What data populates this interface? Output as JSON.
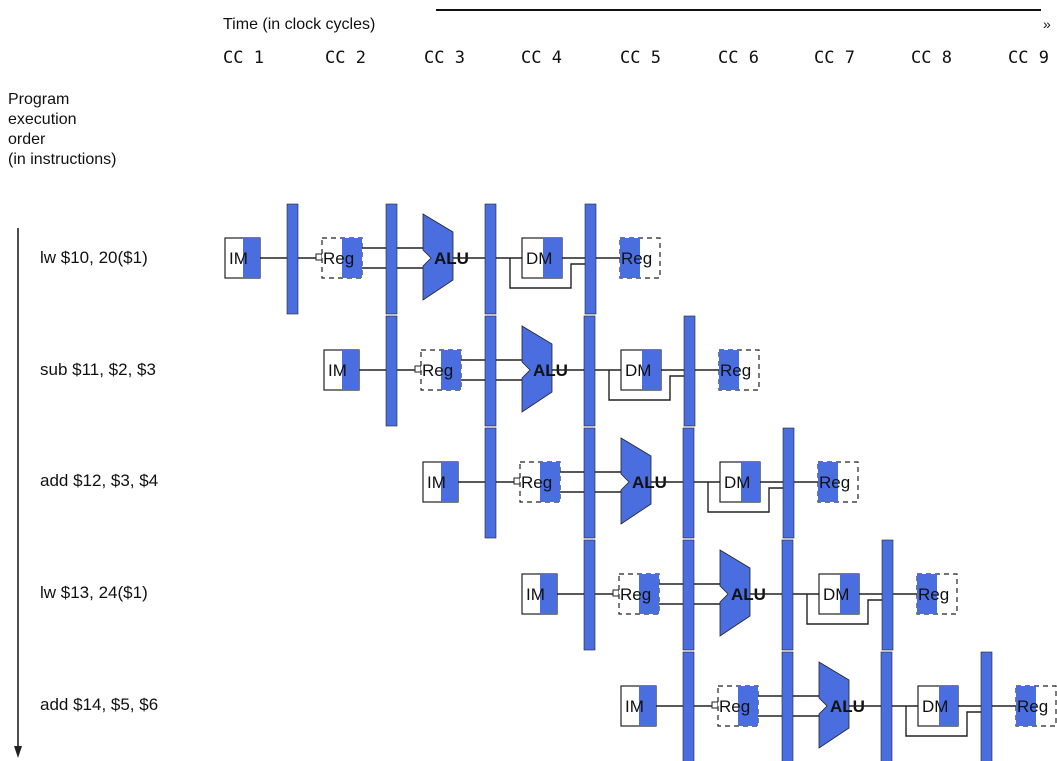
{
  "header": {
    "time_label": "Time (in clock cycles)",
    "arrow_glyph": "»",
    "cycles": [
      "CC 1",
      "CC 2",
      "CC 3",
      "CC 4",
      "CC 5",
      "CC 6",
      "CC 7",
      "CC 8",
      "CC 9"
    ]
  },
  "axis": {
    "program_order_lines": [
      "Program",
      "execution",
      "order",
      "(in instructions)"
    ]
  },
  "instructions": [
    {
      "text": "lw $10, 20($1)"
    },
    {
      "text": "sub $11, $2, $3"
    },
    {
      "text": "add $12, $3, $4"
    },
    {
      "text": "lw $13, 24($1)"
    },
    {
      "text": "add $14, $5, $6"
    }
  ],
  "stages": {
    "im": "IM",
    "reg_read": "Reg",
    "alu": "ALU",
    "dm": "DM",
    "reg_write": "Reg"
  },
  "colors": {
    "pipeline_blue": "#4a6ee0",
    "outline": "#222222"
  }
}
